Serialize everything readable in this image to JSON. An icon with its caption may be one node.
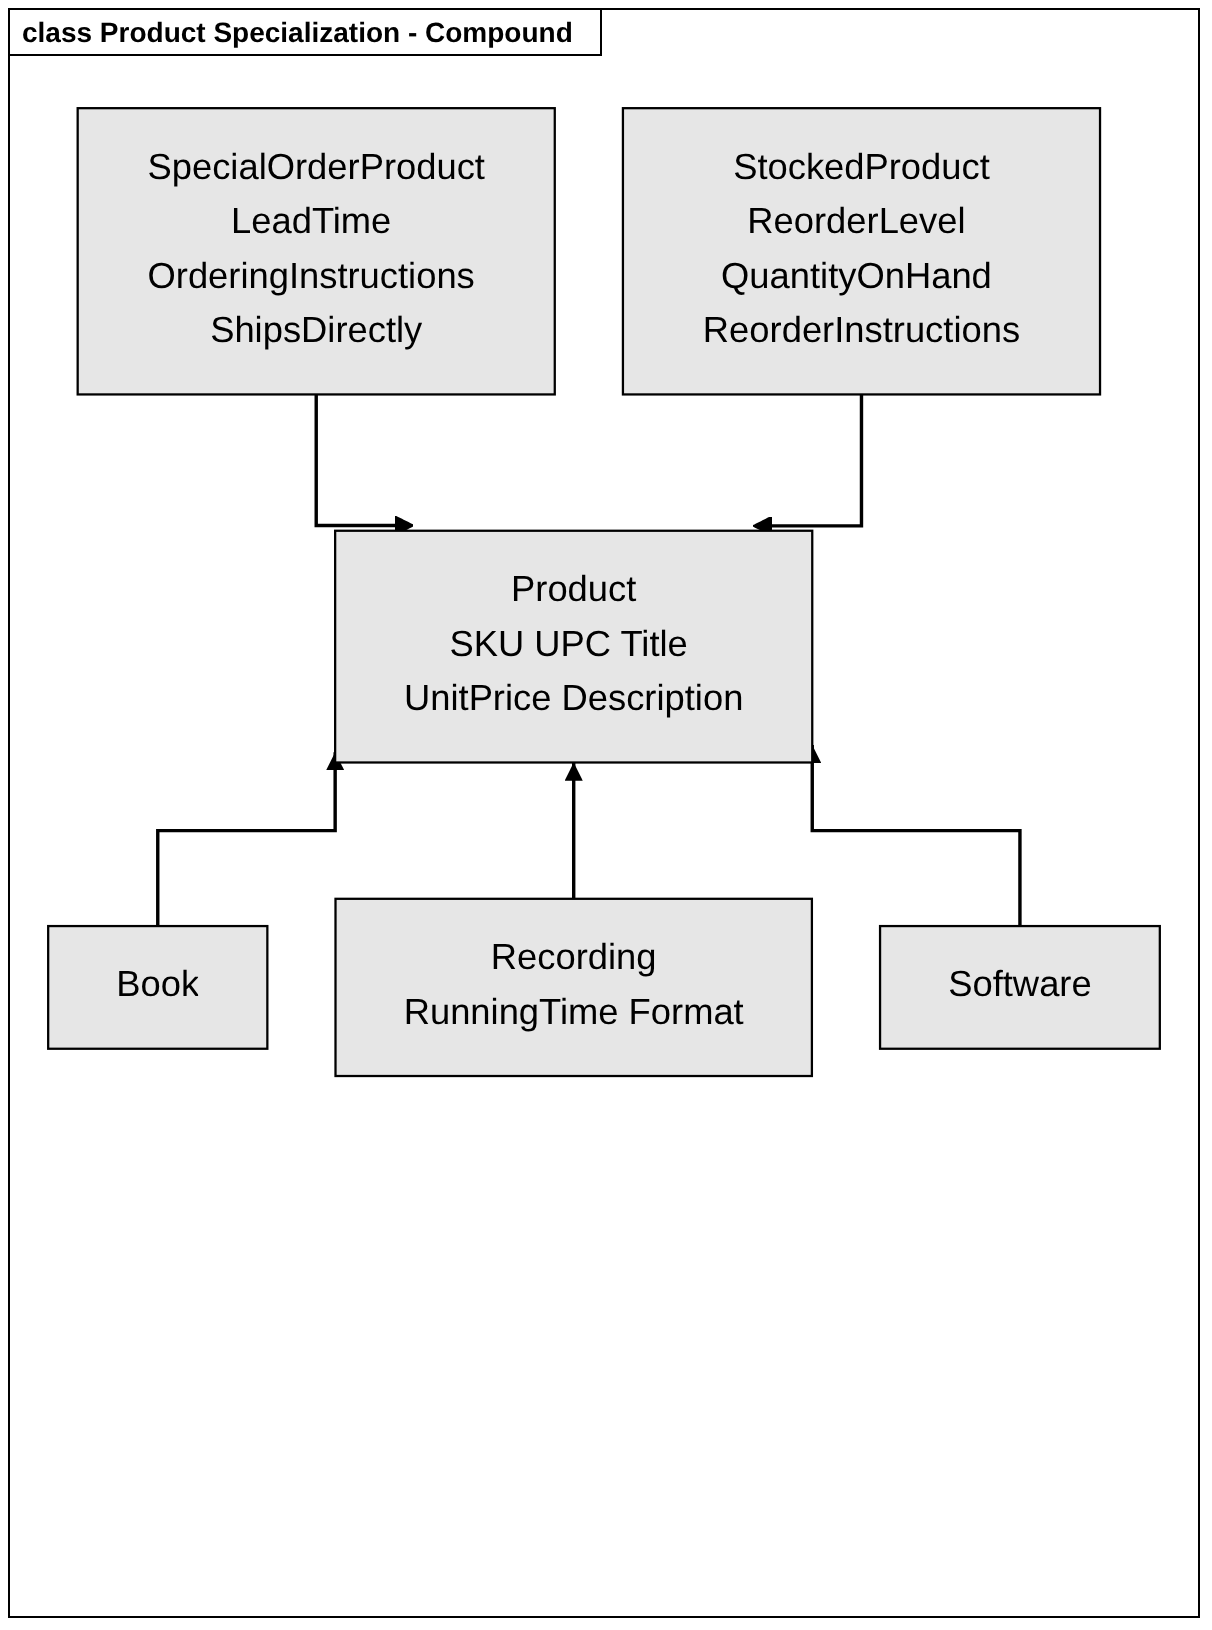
{
  "diagram": {
    "title": "class Product Specialization - Compound",
    "nodes": [
      {
        "text": [
          "SpecialOrderProduct",
          "LeadTime OrderingInstructions ShipsDirectly"
        ]
      },
      {
        "text": [
          "StockedProduct",
          "ReorderLevel QuantityOnHand ReorderInstructions"
        ]
      },
      {
        "text": [
          "Product",
          "SKU UPC Title UnitPrice Description"
        ]
      },
      {
        "text": [
          "Book"
        ]
      },
      {
        "text": [
          "Recording",
          "RunningTime Format"
        ]
      },
      {
        "text": [
          "Software"
        ]
      }
    ],
    "edges": [
      {
        "from": 0,
        "to": 2,
        "arrow": "to"
      },
      {
        "from": 1,
        "to": 2,
        "arrow": "to"
      },
      {
        "from": 3,
        "to": 2,
        "arrow": "to"
      },
      {
        "from": 4,
        "to": 2,
        "arrow": "to"
      },
      {
        "from": 5,
        "to": 2,
        "arrow": "to"
      }
    ]
  }
}
